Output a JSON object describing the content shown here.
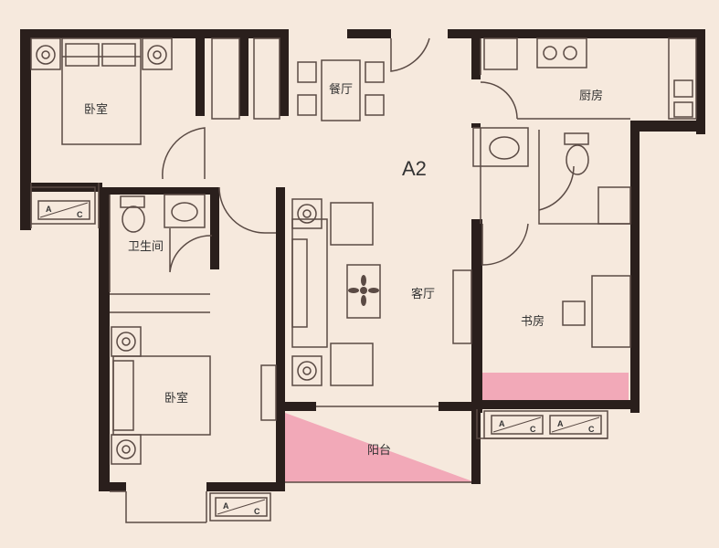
{
  "plan": {
    "unit_label": "A2",
    "rooms": {
      "bedroom_top": "卧室",
      "bedroom_bottom": "卧室",
      "dining": "餐厅",
      "kitchen": "厨房",
      "bathroom": "卫生间",
      "living": "客厅",
      "study": "书房",
      "balcony": "阳台"
    },
    "ac_units": [
      {
        "a": "A",
        "c": "C"
      },
      {
        "a": "A",
        "c": "C"
      },
      {
        "a": "A",
        "c": "C"
      },
      {
        "a": "A",
        "c": "C"
      }
    ],
    "colors": {
      "background": "#f6e9dd",
      "wall": "#2a1f1c",
      "line": "#5a4a44",
      "balcony_pink": "#f2a9b8"
    }
  }
}
